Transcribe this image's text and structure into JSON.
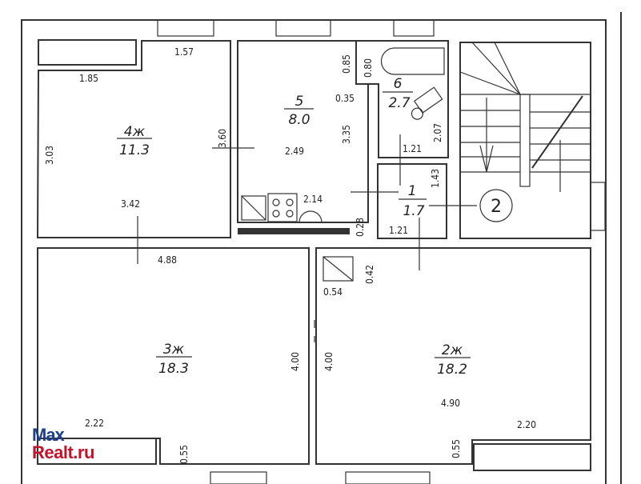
{
  "rooms": [
    {
      "number": "4ж",
      "area": "11.3"
    },
    {
      "number": "5",
      "area": "8.0"
    },
    {
      "number": "6",
      "area": "2.7"
    },
    {
      "number": "1",
      "area": "1.7"
    },
    {
      "number": "3ж",
      "area": "18.3"
    },
    {
      "number": "2ж",
      "area": "18.2"
    }
  ],
  "stair_label": "2",
  "dimensions": [
    "1.57",
    "1.85",
    "3.03",
    "3.60",
    "3.42",
    "2.49",
    "3.35",
    "0.35",
    "0.85",
    "0.80",
    "2.07",
    "1.21",
    "1.43",
    "1.21",
    "2.14",
    "0.28",
    "4.88",
    "0.42",
    "0.54",
    "4.00",
    "4.00",
    "4.90",
    "2.22",
    "2.20",
    "0.55",
    "0.55"
  ],
  "watermark": {
    "line1": "Max",
    "line2": "Realt.ru"
  }
}
